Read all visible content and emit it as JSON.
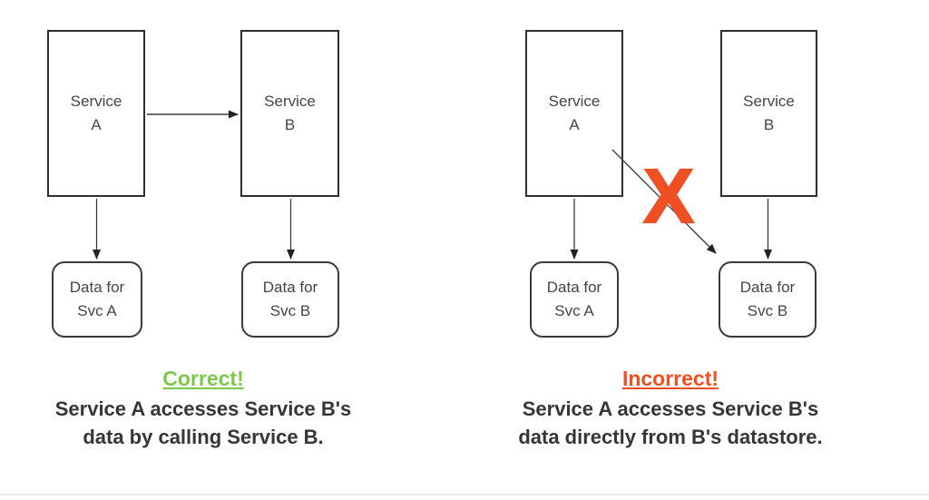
{
  "figure": {
    "x_mark": "X",
    "colors": {
      "correct_green": "#7dc84c",
      "incorrect_red": "#f04e23",
      "box_border": "#2f2f2f",
      "arrow_dark": "#3a3a3a",
      "caption_text": "#363636",
      "box_label_text": "#454545",
      "divider_gray": "#e9e9e9"
    }
  },
  "panels": [
    {
      "name": "correct",
      "boxes": {
        "service_a": {
          "line1": "Service",
          "line2": "A"
        },
        "service_b": {
          "line1": "Service",
          "line2": "B"
        },
        "data_a": {
          "line1": "Data for",
          "line2": "Svc A"
        },
        "data_b": {
          "line1": "Data for",
          "line2": "Svc B"
        }
      },
      "verdict": "Correct!",
      "caption": {
        "line1": "Service A accesses Service B's",
        "line2": "data by calling Service B."
      }
    },
    {
      "name": "incorrect",
      "boxes": {
        "service_a": {
          "line1": "Service",
          "line2": "A"
        },
        "service_b": {
          "line1": "Service",
          "line2": "B"
        },
        "data_a": {
          "line1": "Data for",
          "line2": "Svc A"
        },
        "data_b": {
          "line1": "Data for",
          "line2": "Svc B"
        }
      },
      "verdict": "Incorrect!",
      "caption": {
        "line1": "Service A accesses Service B's",
        "line2": "data directly from B's datastore."
      }
    }
  ]
}
